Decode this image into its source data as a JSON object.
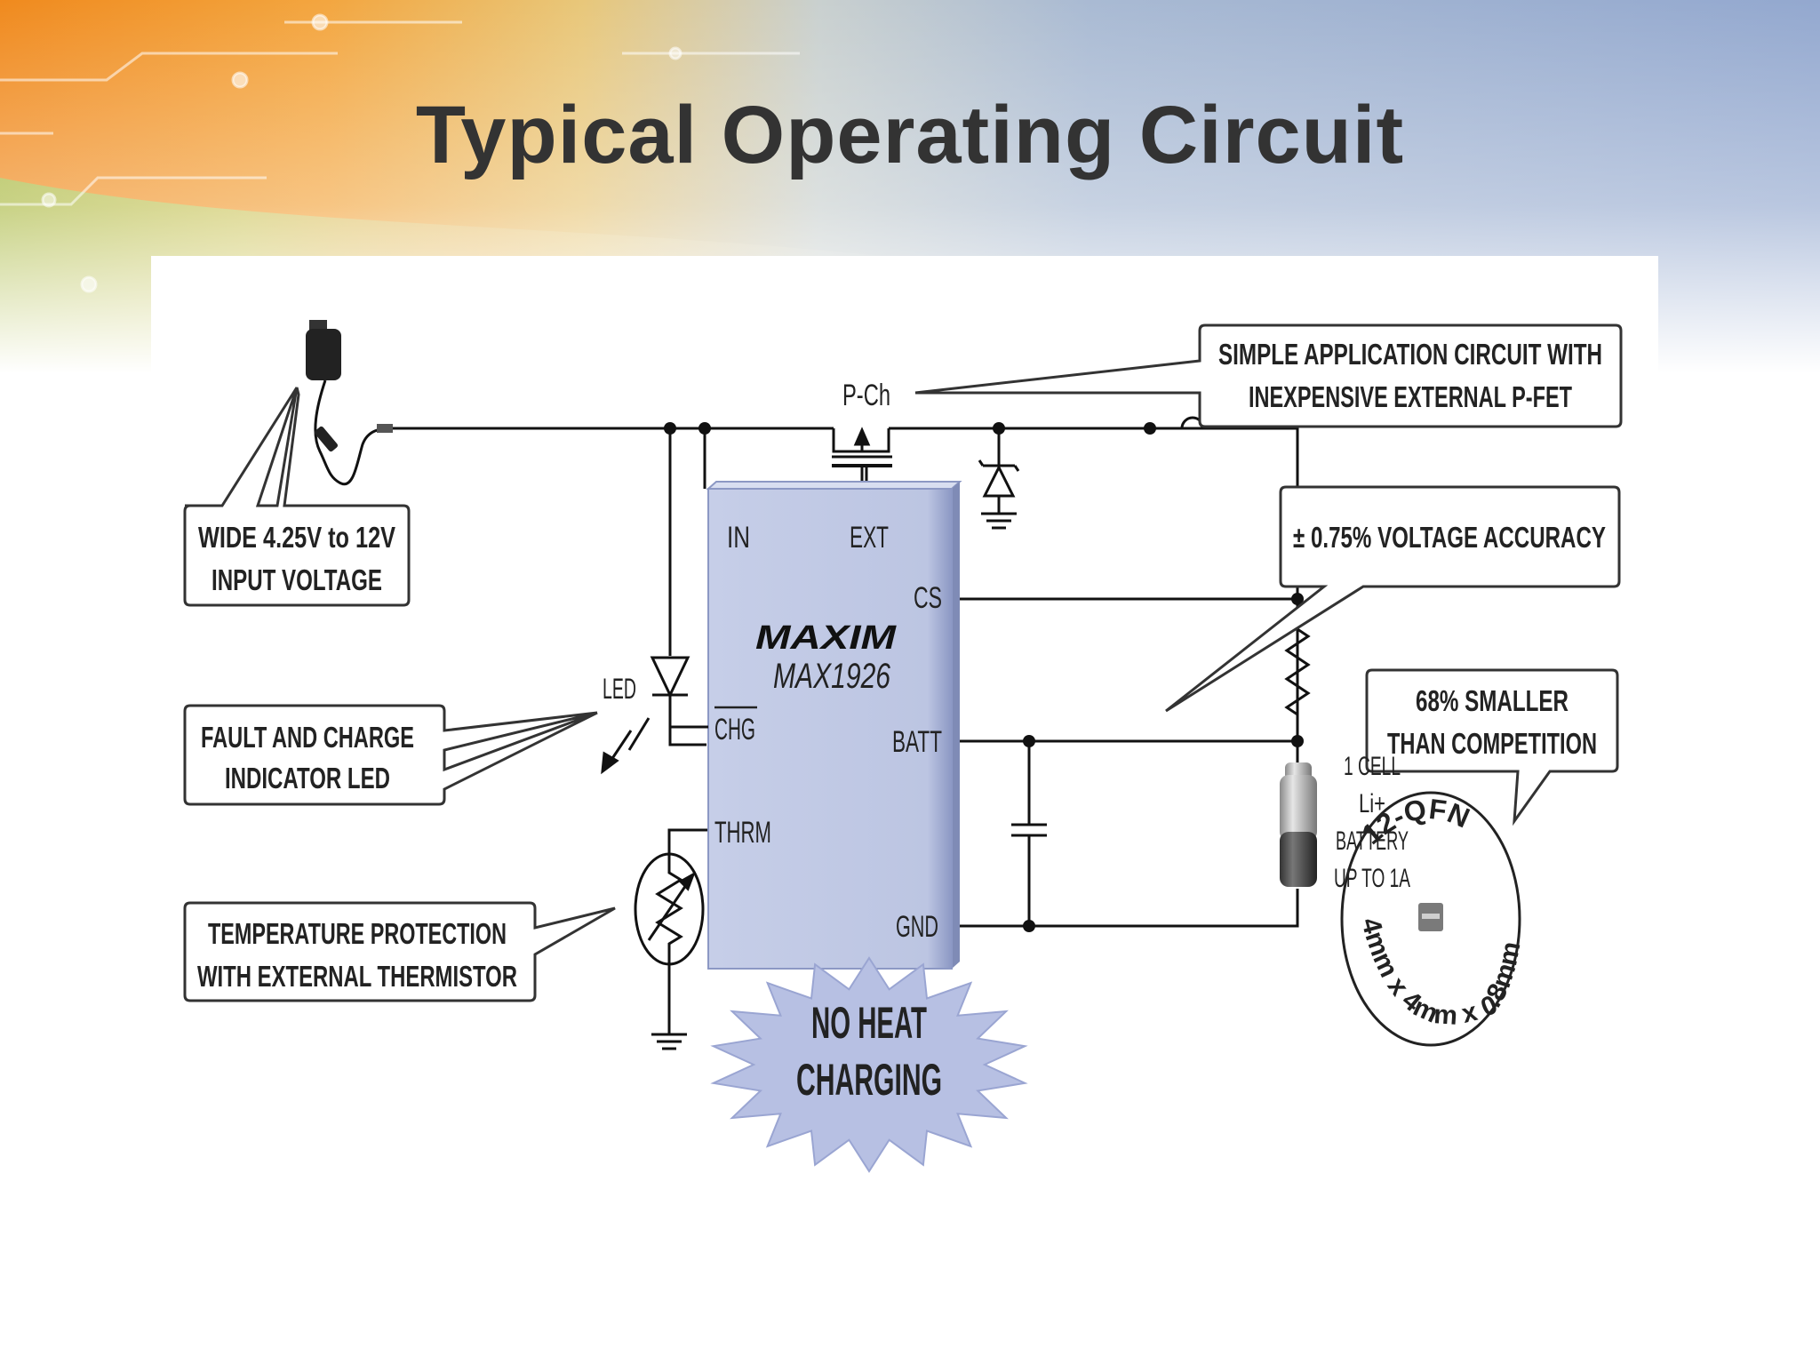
{
  "slide": {
    "title": "Typical Operating Circuit"
  },
  "colors": {
    "title": "#333333",
    "chip_fill": "#c5cde6",
    "chip_edge": "#7f8bb6",
    "burst_fill": "#b7c0e3",
    "wire": "#111111",
    "callout_border": "#333333"
  },
  "diagram": {
    "chip": {
      "brand": "MAXIM",
      "part": "MAX1926",
      "pins": {
        "in": "IN",
        "ext": "EXT",
        "cs": "CS",
        "chg": "CHG",
        "batt": "BATT",
        "thrm": "THRM",
        "gnd": "GND"
      }
    },
    "labels": {
      "pch": "P-Ch",
      "led": "LED",
      "battery": [
        "1 CELL",
        "Li+",
        "BATTERY",
        "UP TO 1A"
      ]
    },
    "callouts": {
      "input_voltage": [
        "WIDE 4.25V to 12V",
        "INPUT VOLTAGE"
      ],
      "fault_led": [
        "FAULT AND CHARGE",
        "INDICATOR LED"
      ],
      "thermistor": [
        "TEMPERATURE PROTECTION",
        "WITH EXTERNAL THERMISTOR"
      ],
      "pfet": [
        "SIMPLE APPLICATION CIRCUIT WITH",
        "INEXPENSIVE EXTERNAL P-FET"
      ],
      "accuracy": [
        "± 0.75% VOLTAGE ACCURACY"
      ],
      "smaller": [
        "68% SMALLER",
        "THAN COMPETITION"
      ]
    },
    "burst": [
      "NO HEAT",
      "CHARGING"
    ],
    "package": {
      "name": "12-QFN",
      "size": "4mm x 4mm x 0.8mm"
    }
  }
}
